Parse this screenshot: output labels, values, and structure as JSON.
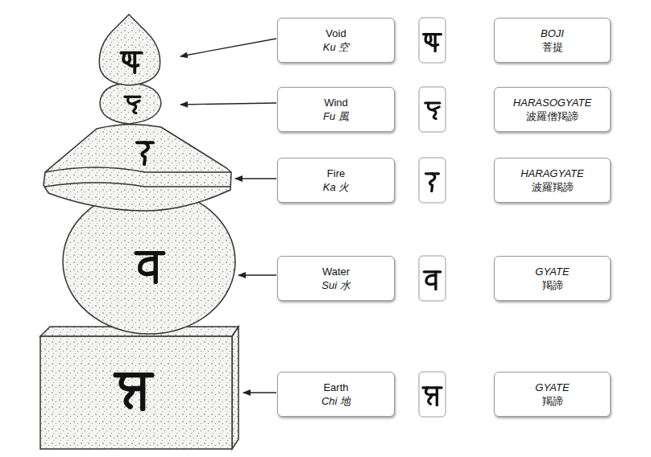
{
  "diagram": {
    "nodes": [
      {
        "text": [
          "Void",
          "Ku 空"
        ]
      },
      {
        "text": [
          "BOJI",
          "菩提"
        ]
      },
      {
        "text": [
          "Wind",
          "Fu 風"
        ]
      },
      {
        "text": [
          "HARASOGYATE",
          "波羅僧羯諦"
        ]
      },
      {
        "text": [
          "Fire",
          "Ka 火"
        ]
      },
      {
        "text": [
          "HARAGYATE",
          "波羅羯諦"
        ]
      },
      {
        "text": [
          "Water",
          "Sui 水"
        ]
      },
      {
        "text": [
          "GYATE",
          "羯諦"
        ]
      },
      {
        "text": [
          "Earth",
          "Chi 地"
        ]
      },
      {
        "text": [
          "GYATE",
          "羯諦"
        ]
      }
    ]
  }
}
